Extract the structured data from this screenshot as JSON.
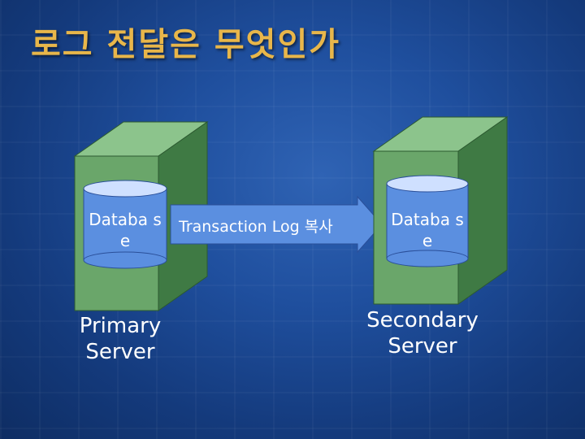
{
  "title": "로그 전달은 무엇인가",
  "primary": {
    "database_label": "Databa se",
    "server_label": "Primary Server"
  },
  "secondary": {
    "database_label": "Databa se",
    "server_label": "Secondary Server"
  },
  "arrow_label": "Transaction Log 복사",
  "colors": {
    "title": "#e8b64a",
    "server_front": "#6aa66a",
    "server_top": "#8cc48c",
    "server_side": "#3f7a44",
    "database_fill": "#5b8fe0",
    "database_top": "#cfe0ff",
    "arrow_fill": "#5b8fe0"
  }
}
